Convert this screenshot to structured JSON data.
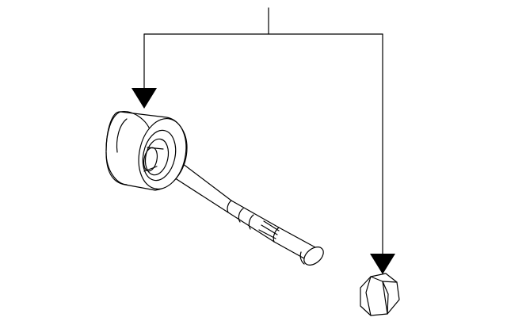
{
  "diagram": {
    "type": "exploded-parts-illustration",
    "colors": {
      "line": "#000000",
      "background": "#ffffff"
    },
    "leader": {
      "targets": [
        "shaft-assembly",
        "nut"
      ]
    },
    "parts": [
      {
        "name": "shaft-assembly",
        "icon": "axle-shaft-with-hub"
      },
      {
        "name": "nut",
        "icon": "hex-nut"
      }
    ]
  }
}
